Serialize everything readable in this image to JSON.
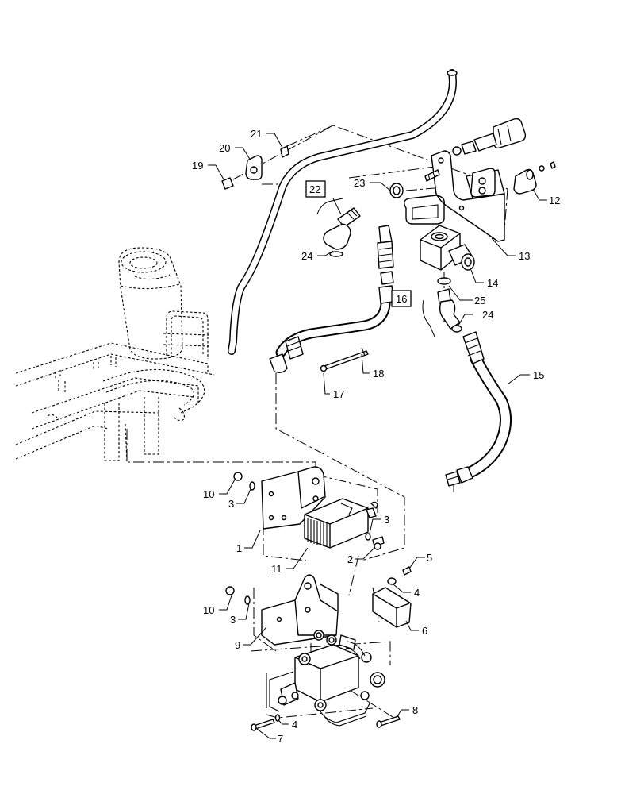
{
  "callouts": [
    "1",
    "2",
    "3",
    "4",
    "5",
    "6",
    "7",
    "8",
    "9",
    "10",
    "11",
    "12",
    "13",
    "14",
    "15",
    "16",
    "17",
    "18",
    "19",
    "20",
    "21",
    "22",
    "23",
    "24",
    "25"
  ]
}
